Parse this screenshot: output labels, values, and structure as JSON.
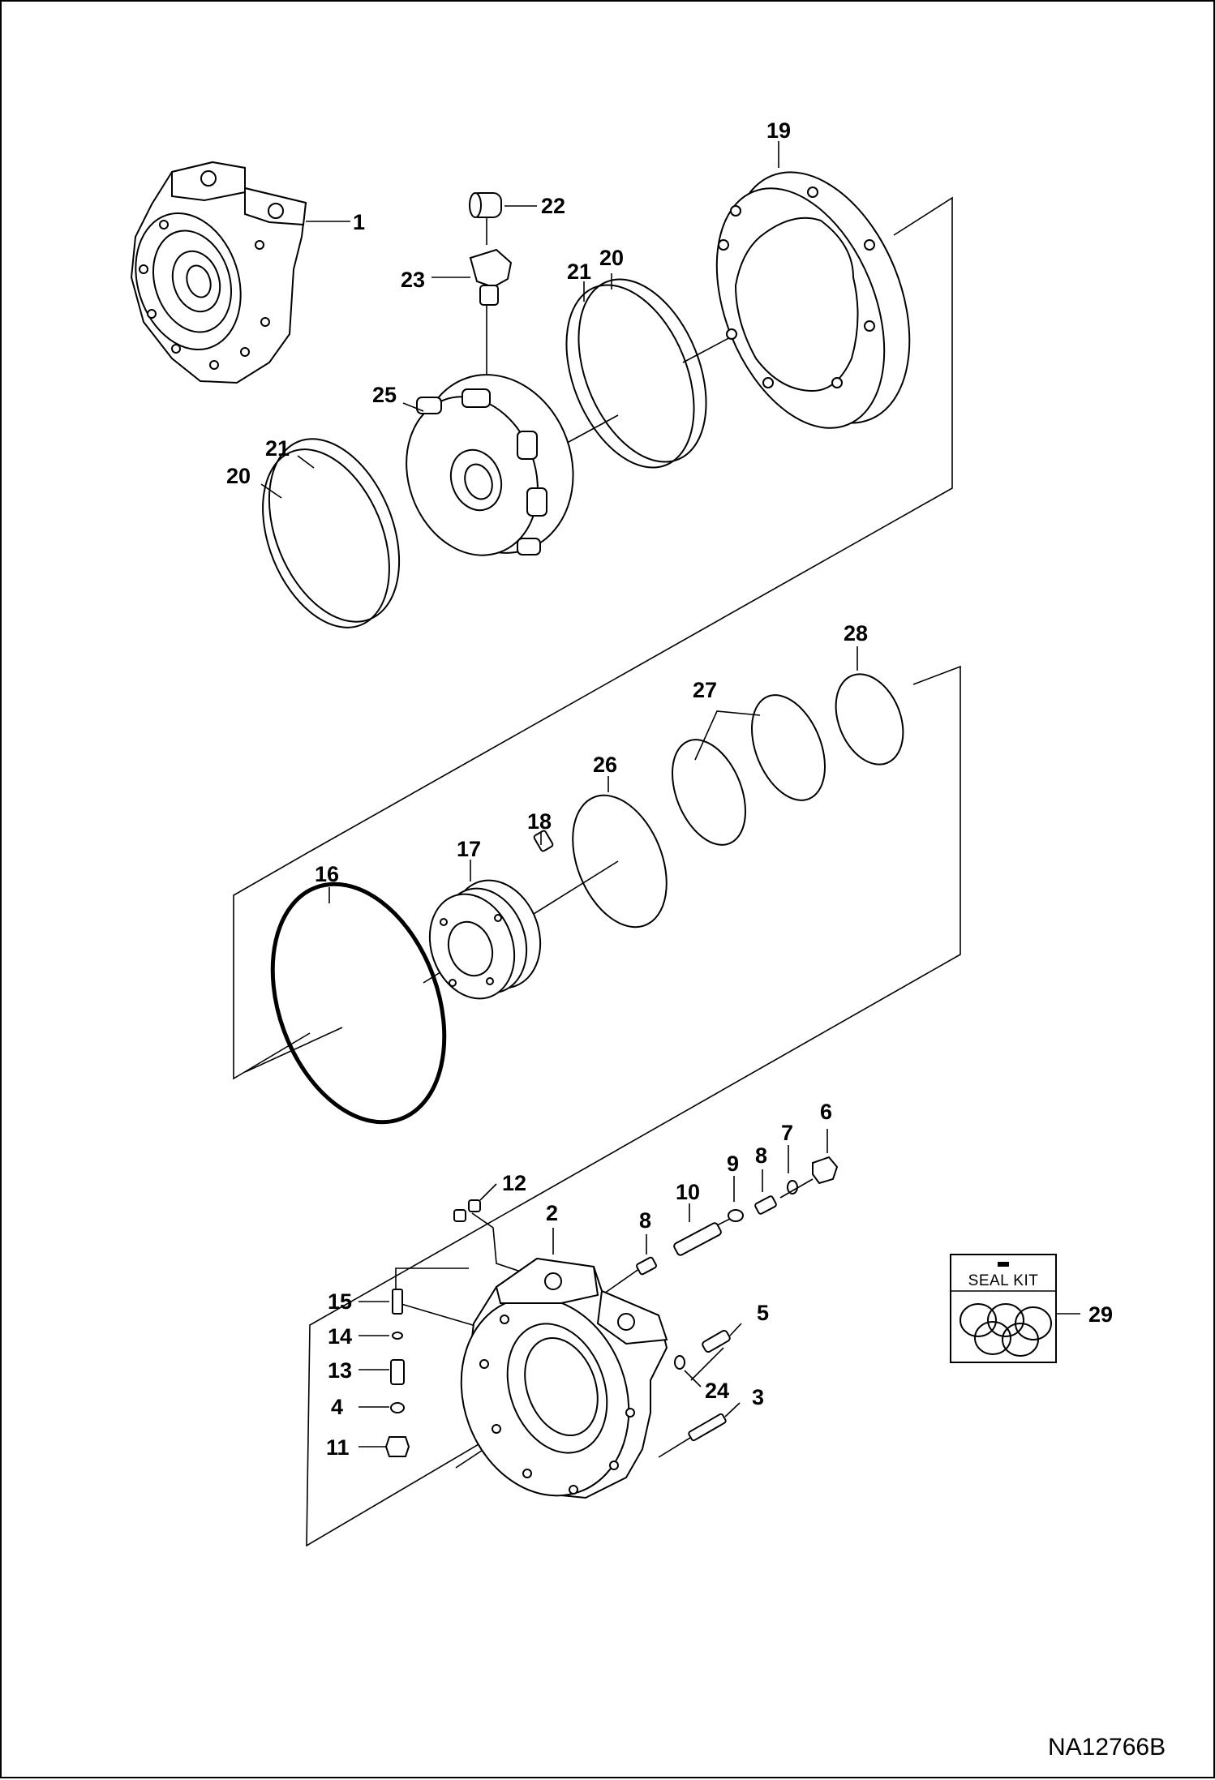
{
  "drawing": {
    "reference_code": "NA12766B",
    "seal_kit_label": "SEAL KIT"
  },
  "callouts": {
    "c1": "1",
    "c2": "2",
    "c3": "3",
    "c4": "4",
    "c5": "5",
    "c6": "6",
    "c7": "7",
    "c8a": "8",
    "c8b": "8",
    "c9": "9",
    "c10": "10",
    "c11": "11",
    "c12": "12",
    "c13": "13",
    "c14": "14",
    "c15": "15",
    "c16": "16",
    "c17": "17",
    "c18": "18",
    "c19": "19",
    "c20a": "20",
    "c20b": "20",
    "c21a": "21",
    "c21b": "21",
    "c22": "22",
    "c23": "23",
    "c24": "24",
    "c25": "25",
    "c26": "26",
    "c27": "27",
    "c28": "28",
    "c29": "29"
  }
}
